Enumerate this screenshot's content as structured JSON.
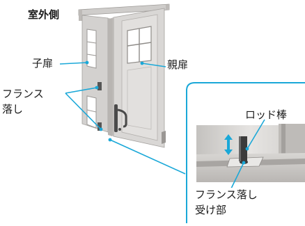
{
  "labels": {
    "outdoor_side": "室外側",
    "sub_door": "子扉",
    "main_door": "親扉",
    "flush_bolt_line1": "フランス",
    "flush_bolt_line2": "落し",
    "rod": "ロッド棒",
    "receiver_line1": "フランス落し",
    "receiver_line2": "受け部"
  },
  "colors": {
    "callout_line": "#1aa8d8",
    "door_fill": "#d7d5d3",
    "door_edge": "#a9a6a3",
    "glass_fill": "#ffffff"
  }
}
